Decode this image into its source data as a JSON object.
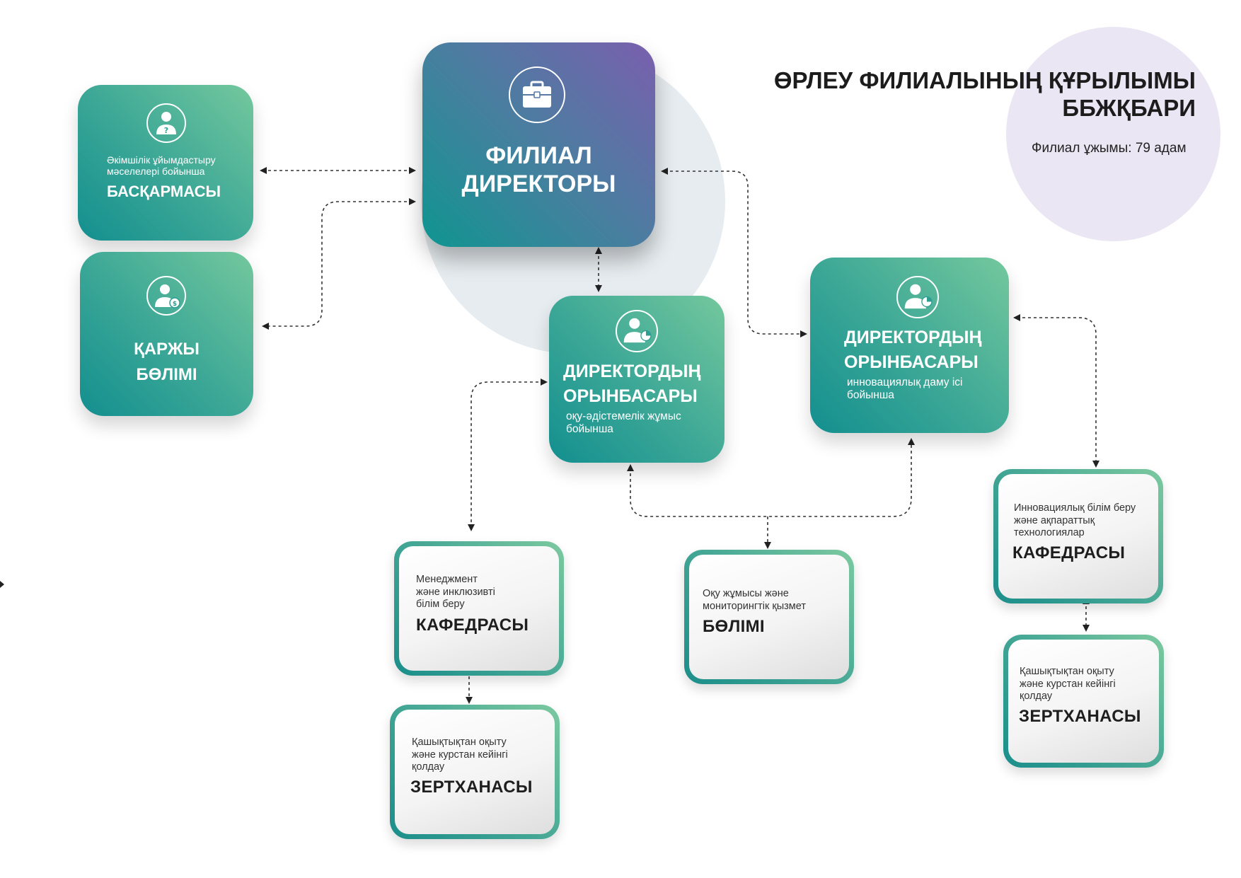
{
  "header": {
    "title_line1": "ӨРЛЕУ ФИЛИАЛЫНЫҢ ҚҰРЫЛЫМЫ",
    "title_line2": "ББЖҚБАРИ",
    "staff": "Филиал ұжымы: 79 адам"
  },
  "colors": {
    "teal_dark": "#138f8f",
    "teal_light": "#74c89d",
    "purple": "#7a5fae",
    "lavender": "#ebe6f3",
    "grey_circle": "#e6ecef"
  },
  "director": {
    "icon": "briefcase-icon",
    "line1": "ФИЛИАЛ",
    "line2": "ДИРЕКТОРЫ"
  },
  "admin": {
    "icon": "user-question-icon",
    "sub_line1": "Әкімшілік ұйымдастыру",
    "sub_line2": "мәселелері бойынша",
    "title": "БАСҚАРМАСЫ"
  },
  "finance": {
    "icon": "user-money-icon",
    "line1": "ҚАРЖЫ",
    "line2": "БӨЛІМІ"
  },
  "deputy_methods": {
    "icon": "user-chart-icon",
    "line1": "ДИРЕКТОРДЫҢ",
    "line2": "ОРЫНБАСАРЫ",
    "sub_line1": "оқу-әдістемелік жұмыс",
    "sub_line2": "бойынша"
  },
  "deputy_innovation": {
    "icon": "user-chart-icon",
    "line1": "ДИРЕКТОРДЫҢ",
    "line2": "ОРЫНБАСАРЫ",
    "sub_line1": "инновациялық даму ісі",
    "sub_line2": "бойынша"
  },
  "dept_management": {
    "line1": "Менеджмент",
    "line2": "және инклюзивті",
    "line3": "білім беру",
    "title": "КАФЕДРАСЫ"
  },
  "lab_distance_1": {
    "line1": "Қашықтықтан оқыту",
    "line2": "және курстан кейінгі",
    "line3": "қолдау",
    "title": "ЗЕРТХАНАСЫ"
  },
  "dept_study": {
    "line1": "Оқу жұмысы және",
    "line2": "мониторингтік қызмет",
    "title": "БӨЛІМІ"
  },
  "dept_innovation": {
    "line1": "Инновациялық білім беру",
    "line2": "және ақпараттық",
    "line3": "технологиялар",
    "title": "КАФЕДРАСЫ"
  },
  "lab_distance_2": {
    "line1": "Қашықтықтан оқыту",
    "line2": "және курстан кейінгі",
    "line3": "қолдау",
    "title": "ЗЕРТХАНАСЫ"
  }
}
